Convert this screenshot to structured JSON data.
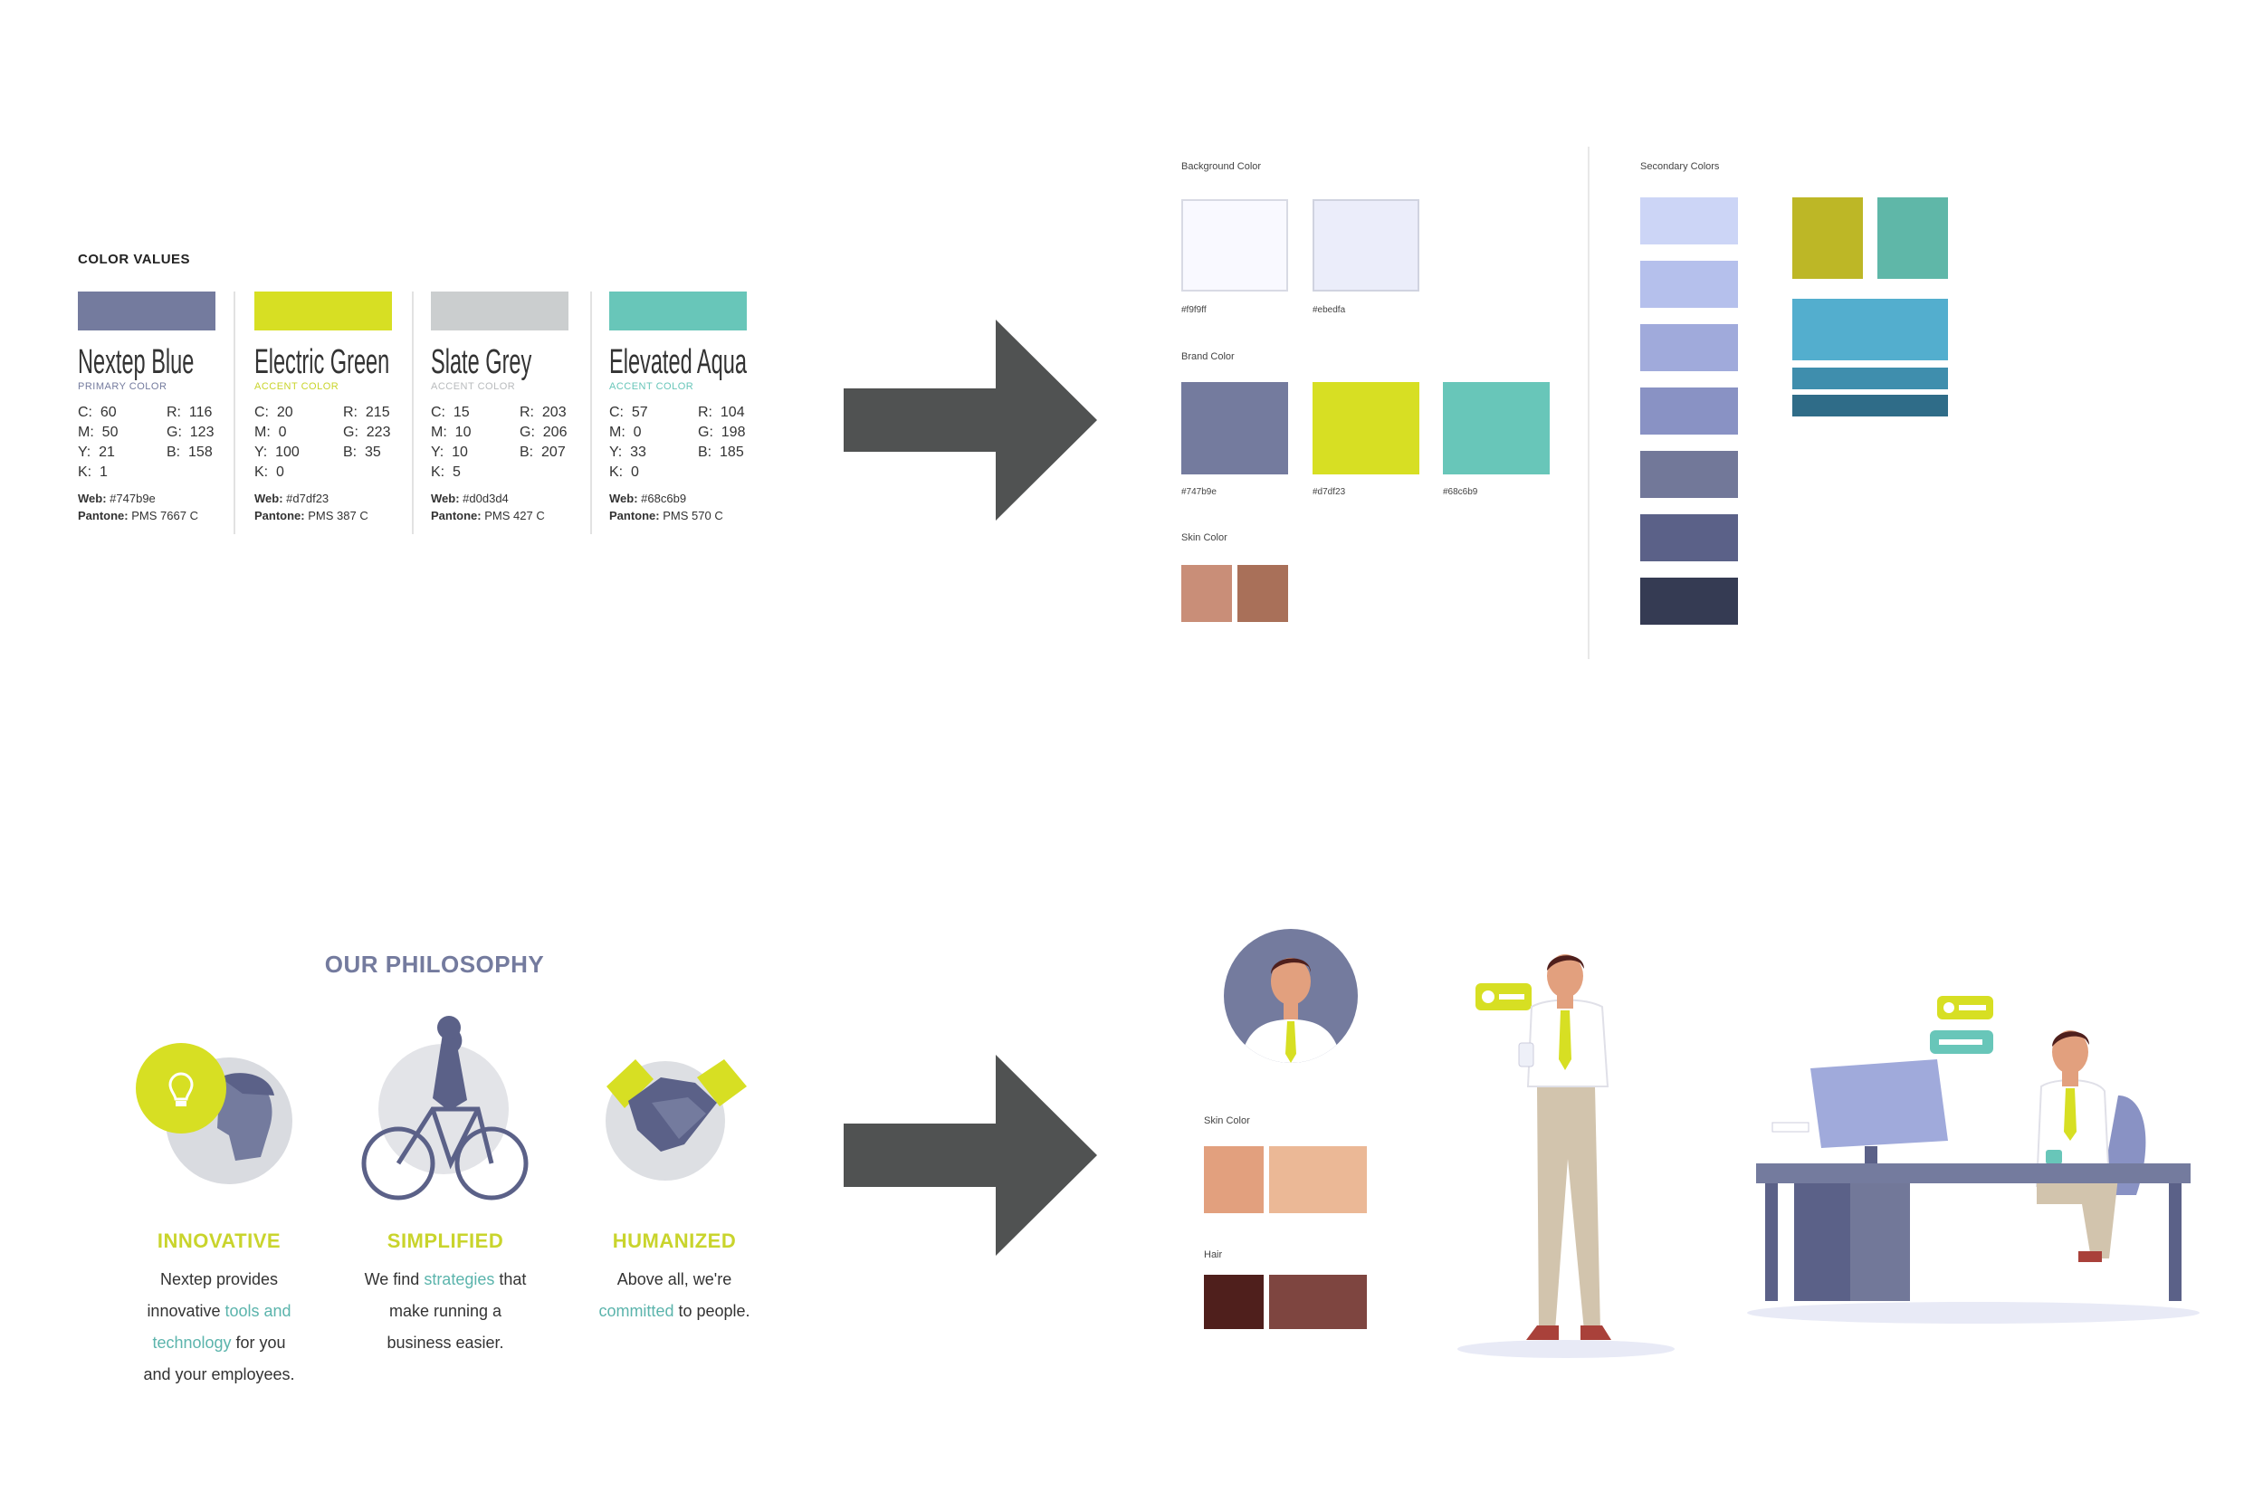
{
  "color_values": {
    "title": "COLOR VALUES",
    "colors": [
      {
        "name": "Nextep Blue",
        "role": "PRIMARY COLOR",
        "swatch": "#747b9e",
        "role_color": "#747b9e",
        "c": "60",
        "m": "50",
        "y": "21",
        "k": "1",
        "r": "116",
        "g": "123",
        "b": "158",
        "web": "#747b9e",
        "pantone": "PMS 7667 C"
      },
      {
        "name": "Electric Green",
        "role": "ACCENT COLOR",
        "swatch": "#d7df23",
        "role_color": "#c9d42c",
        "c": "20",
        "m": "0",
        "y": "100",
        "k": "0",
        "r": "215",
        "g": "223",
        "b": "35",
        "web": "#d7df23",
        "pantone": "PMS 387 C"
      },
      {
        "name": "Slate Grey",
        "role": "ACCENT COLOR",
        "swatch": "#cbcecf",
        "role_color": "#b8bbbd",
        "c": "15",
        "m": "10",
        "y": "10",
        "k": "5",
        "r": "203",
        "g": "206",
        "b": "207",
        "web": "#d0d3d4",
        "pantone": "PMS 427 C"
      },
      {
        "name": "Elevated Aqua",
        "role": "ACCENT COLOR",
        "swatch": "#68c6b9",
        "role_color": "#68c6b9",
        "c": "57",
        "m": "0",
        "y": "33",
        "k": "0",
        "r": "104",
        "g": "198",
        "b": "185",
        "web": "#68c6b9",
        "pantone": "PMS 570 C"
      }
    ],
    "labels": {
      "c": "C:",
      "m": "M:",
      "y": "Y:",
      "k": "K:",
      "r": "R:",
      "g": "G:",
      "b": "B:",
      "web": "Web:",
      "pantone": "Pantone:"
    }
  },
  "palette": {
    "background_label": "Background Color",
    "background": [
      {
        "hex": "#f9f9ff",
        "label": "#f9f9ff"
      },
      {
        "hex": "#ebedfa",
        "label": "#ebedfa"
      }
    ],
    "brand_label": "Brand Color",
    "brand": [
      {
        "hex": "#747b9e",
        "label": "#747b9e"
      },
      {
        "hex": "#d7df23",
        "label": "#d7df23"
      },
      {
        "hex": "#68c6b9",
        "label": "#68c6b9"
      }
    ],
    "skin_label": "Skin Color",
    "skin": [
      "#c98e78",
      "#a97059"
    ],
    "secondary_label": "Secondary Colors",
    "secondary_stack": [
      "#ccd5f6",
      "#b5c0ec",
      "#a0aadb",
      "#8992c4",
      "#727899",
      "#5b6188",
      "#353b53"
    ],
    "secondary_extra": [
      "#bdb726",
      "#5fb7a8",
      "#53aece",
      "#3f8ead",
      "#2f6c88"
    ]
  },
  "philosophy": {
    "title": "OUR PHILOSOPHY",
    "items": [
      {
        "head": "INNOVATIVE",
        "l1": "Nextep provides",
        "l2a": "innovative ",
        "l2b": "tools and",
        "l3a": "technology",
        "l3b": " for you",
        "l4": "and your employees."
      },
      {
        "head": "SIMPLIFIED",
        "l1a": "We find ",
        "l1b": "strategies",
        "l1c": " that",
        "l2": "make running a",
        "l3": "business easier."
      },
      {
        "head": "HUMANIZED",
        "l1": "Above all, we're",
        "l2a": "committed",
        "l2b": " to people."
      }
    ]
  },
  "illustration": {
    "skin_label": "Skin Color",
    "skin": [
      "#e2a07e",
      "#ebb896"
    ],
    "hair_label": "Hair",
    "hair": [
      "#4f1f1c",
      "#7e4540"
    ]
  },
  "colors": {
    "arrow": "#505252",
    "accent_green": "#c9d42c",
    "aqua": "#5bb4ac",
    "brand_blue": "#747b9e"
  }
}
